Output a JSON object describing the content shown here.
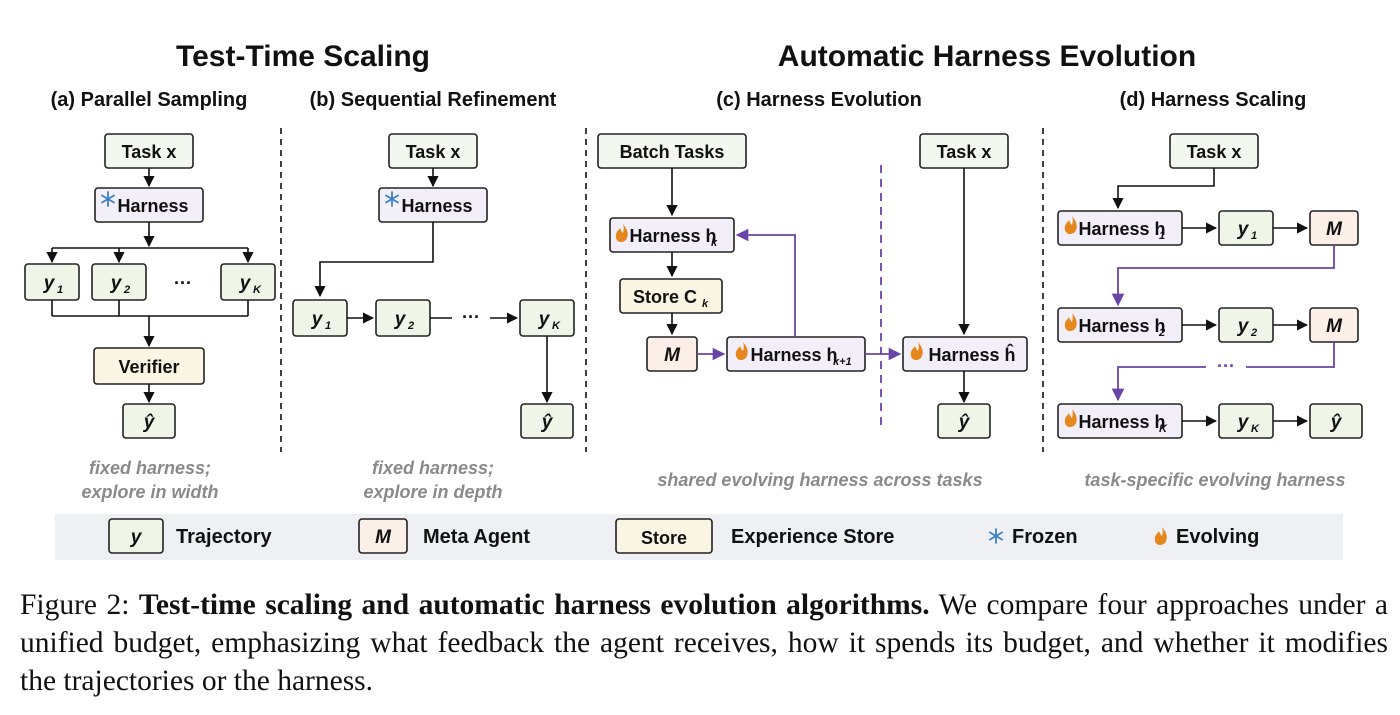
{
  "headers": {
    "left": "Test-Time Scaling",
    "right": "Automatic Harness Evolution"
  },
  "panels": {
    "a": {
      "title": "(a) Parallel Sampling",
      "task": "Task x",
      "harness": "Harness",
      "y1": "y",
      "y2": "y",
      "dots": "···",
      "yk": "y",
      "verifier": "Verifier",
      "yhat": "ŷ",
      "note1": "fixed harness;",
      "note2": "explore in width"
    },
    "b": {
      "title": "(b) Sequential Refinement",
      "task": "Task x",
      "harness": "Harness",
      "y1": "y",
      "y2": "y",
      "dots": "···",
      "yk": "y",
      "yhat": "ŷ",
      "note1": "fixed harness;",
      "note2": "explore in depth"
    },
    "c": {
      "title": "(c) Harness Evolution",
      "batch": "Batch Tasks",
      "harness_k": "Harness h",
      "store": "Store C",
      "meta": "M",
      "harness_k1": "Harness h",
      "task": "Task x",
      "harness_hat": "Harness ĥ",
      "yhat": "ŷ",
      "note": "shared evolving harness across tasks"
    },
    "d": {
      "title": "(d) Harness Scaling",
      "task": "Task x",
      "harness_1": "Harness h",
      "y1": "y",
      "m1": "M",
      "harness_2": "Harness h",
      "y2": "y",
      "m2": "M",
      "dots": "···",
      "harness_k": "Harness h",
      "yk": "y",
      "yhat": "ŷ",
      "note": "task-specific evolving harness"
    }
  },
  "subscripts": {
    "one": "1",
    "two": "2",
    "K": "K",
    "k": "k",
    "kplus1": "k+1"
  },
  "legend": [
    {
      "symbol": "y",
      "label": "Trajectory"
    },
    {
      "symbol": "M",
      "label": "Meta Agent"
    },
    {
      "symbol": "Store",
      "label": "Experience Store"
    },
    {
      "symbol": "frozen-icon",
      "label": "Frozen"
    },
    {
      "symbol": "evolving-icon",
      "label": "Evolving"
    }
  ],
  "caption": {
    "prefix": "Figure 2: ",
    "bold": "Test-time scaling and automatic harness evolution algorithms.",
    "rest": " We compare four approaches under a unified budget, emphasizing what feedback the agent receives, how it spends its budget, and whether it modifies the trajectories or the harness."
  },
  "colors": {
    "evolution_arrow": "#6a45a8",
    "frozen": "#3b82c4",
    "evolving": "#e6871e",
    "note_text": "#8a8a8a",
    "legend_bg": "#eef0f3"
  }
}
